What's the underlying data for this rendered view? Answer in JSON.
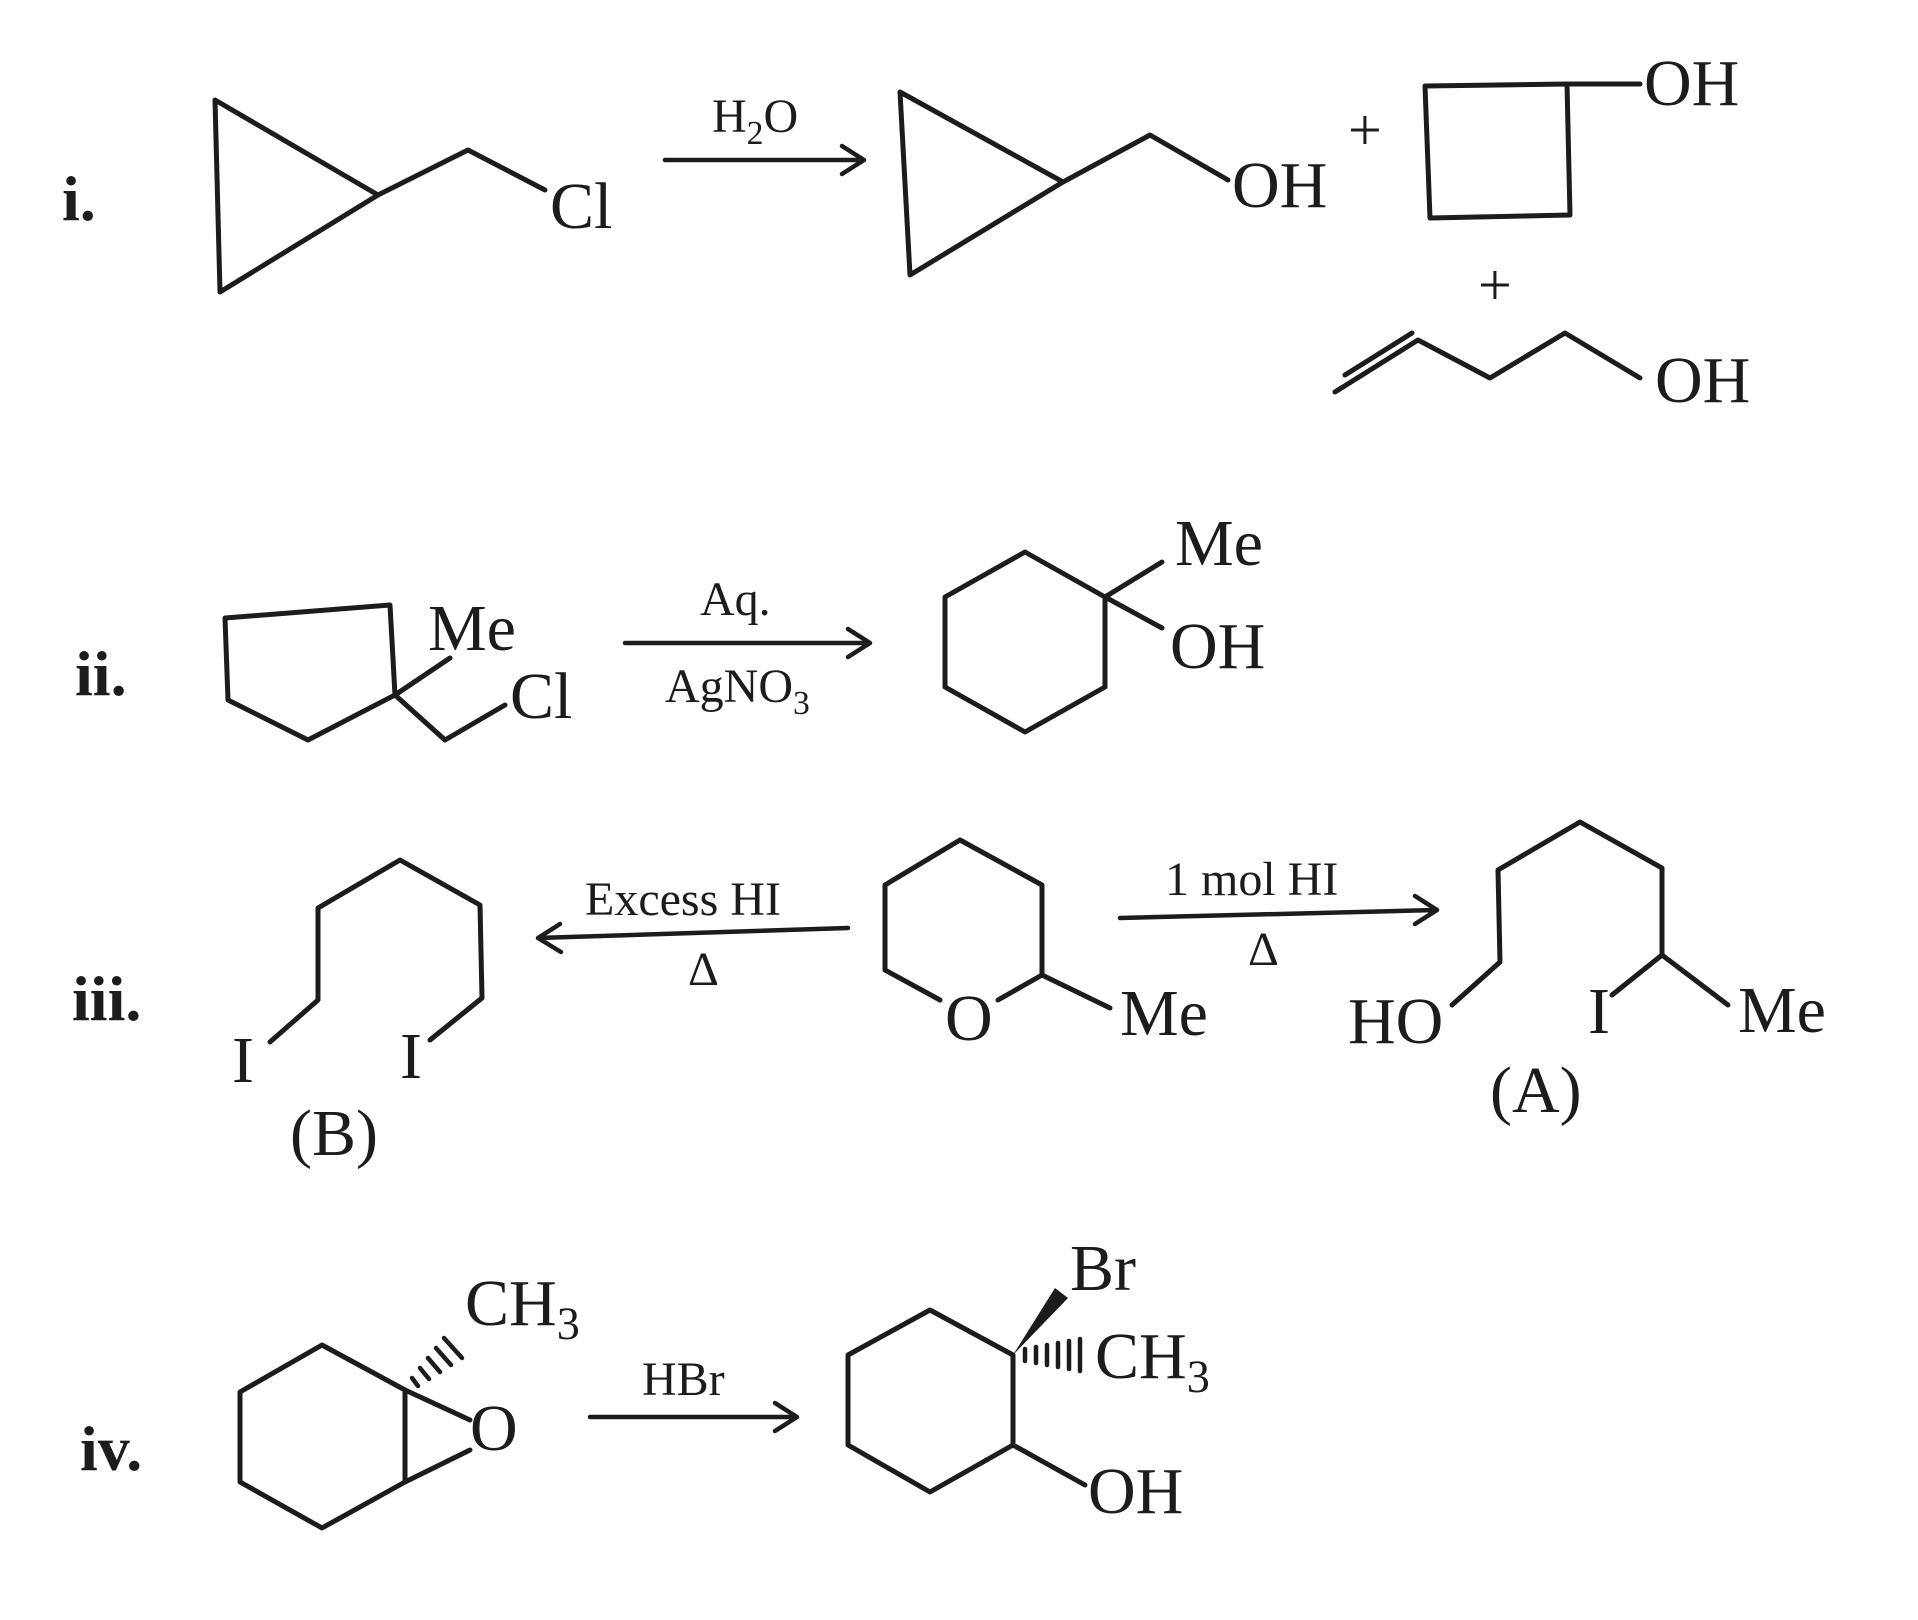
{
  "labels": {
    "r1": "i.",
    "r2": "ii.",
    "r3": "iii.",
    "r4": "iv."
  },
  "reaction_1": {
    "substituent": "Cl",
    "reagent": {
      "main": "H",
      "sub": "2",
      "rest": "O"
    },
    "product_oh_1": "OH",
    "product_oh_2": "OH",
    "product_oh_3": "OH",
    "plus": "+"
  },
  "reaction_2": {
    "me": "Me",
    "cl": "Cl",
    "reagent_top": "Aq.",
    "reagent_bottom": {
      "main": "AgNO",
      "sub": "3"
    },
    "product_me": "Me",
    "product_oh": "OH"
  },
  "reaction_3": {
    "left_reagent": "Excess HI",
    "left_condition": "Δ",
    "right_reagent": "1 mol HI",
    "right_condition": "Δ",
    "ring_o": "O",
    "ring_me": "Me",
    "b_iodine_1": "I",
    "b_iodine_2": "I",
    "b_label": "(B)",
    "a_ho": "HO",
    "a_iodine": "I",
    "a_me": "Me",
    "a_label": "(A)"
  },
  "reaction_4": {
    "ch3": {
      "main": "CH",
      "sub": "3"
    },
    "epoxide_o": "O",
    "reagent": "HBr",
    "product_br": "Br",
    "product_ch3": {
      "main": "CH",
      "sub": "3"
    },
    "product_oh": "OH"
  }
}
